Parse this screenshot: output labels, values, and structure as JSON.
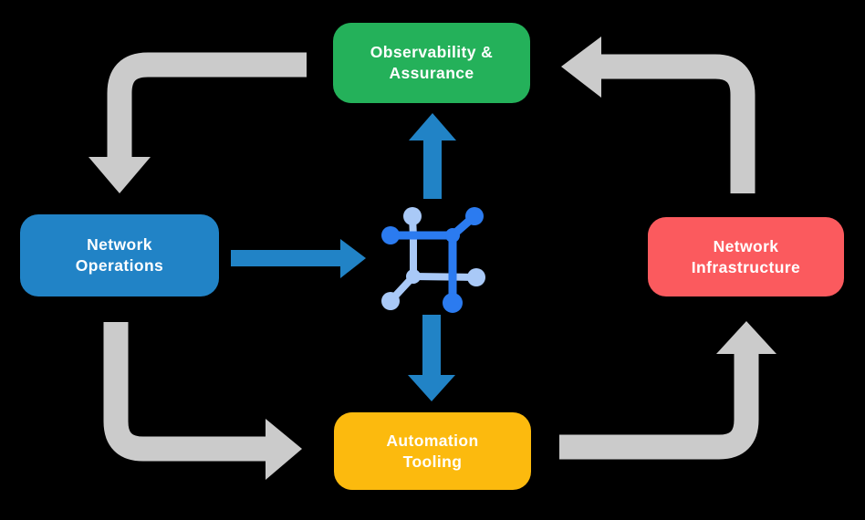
{
  "diagram": {
    "nodes": {
      "observability": {
        "lines": [
          "Observability &",
          "Assurance"
        ]
      },
      "operations": {
        "lines": [
          "Network",
          "Operations"
        ]
      },
      "infrastructure": {
        "lines": [
          "Network",
          "Infrastructure"
        ]
      },
      "automation": {
        "lines": [
          "Automation",
          "Tooling"
        ]
      }
    },
    "center_icon": "network-fabric-icon",
    "outer_cycle_flow": [
      "observability-to-operations",
      "operations-to-automation",
      "automation-to-infrastructure",
      "infrastructure-to-observability"
    ],
    "center_links": [
      "operations-to-center",
      "center-to-observability",
      "center-to-automation"
    ]
  },
  "colors": {
    "background": "#000000",
    "observability_green": "#24b15a",
    "operations_blue": "#2183c6",
    "infrastructure_red": "#fb5a5e",
    "automation_yellow": "#fcba0e",
    "flow_arrow_gray": "#cbcbcb",
    "data_arrow_blue": "#2183c6",
    "icon_dark_blue": "#2b7bf0",
    "icon_light_blue": "#a9c9f7",
    "label_text": "#ffffff"
  }
}
